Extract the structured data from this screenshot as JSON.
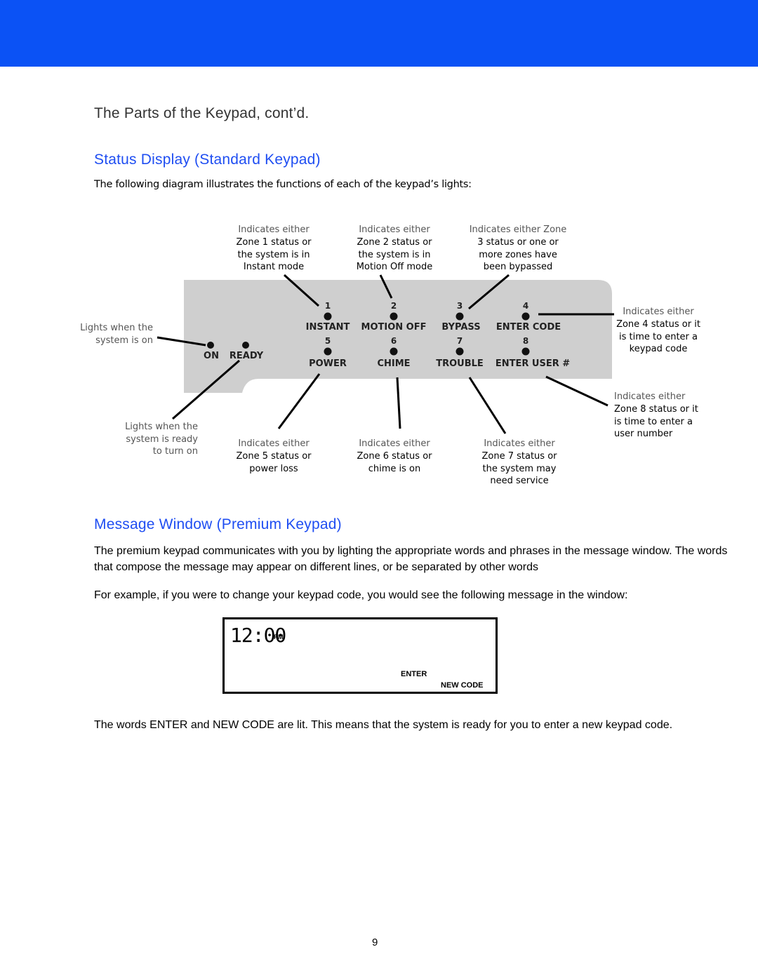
{
  "colors": {
    "top_bar": "#0b52f5",
    "heading_blue": "#1f4ef2",
    "heading_gray": "#333333",
    "keypad_fill": "#cfcfcf"
  },
  "page": {
    "section_title": "The Parts of the Keypad, cont’d.",
    "status_heading": "Status Display (Standard Keypad)",
    "status_intro": "The following diagram illustrates the functions of each of the keypad’s lights:",
    "message_heading": "Message Window (Premium Keypad)",
    "message_para1": "The premium keypad communicates with you by lighting the appropriate words and phrases in the message window. The words that compose the message may appear on different lines, or be separated by other words",
    "message_para2": "For example, if you were to change your keypad code, you would see the following message in the window:",
    "result_para": "The words ENTER and NEW CODE are lit. This means that the system is ready for you to enter a new keypad code.",
    "page_number": "9"
  },
  "keypad": {
    "numbers": [
      "1",
      "2",
      "3",
      "4",
      "5",
      "6",
      "7",
      "8"
    ],
    "buttons_top": [
      "INSTANT",
      "MOTION OFF",
      "BYPASS",
      "ENTER CODE"
    ],
    "buttons_bottom": [
      "POWER",
      "CHIME",
      "TROUBLE",
      "ENTER USER #"
    ],
    "status_on": "ON",
    "status_ready": "READY"
  },
  "callouts": {
    "zone1": [
      "Indicates either",
      "Zone 1 status or",
      "the system is in",
      "Instant mode"
    ],
    "zone2": [
      "Indicates either",
      "Zone 2 status or",
      "the system is in",
      "Motion Off mode"
    ],
    "zone3": [
      "Indicates either Zone",
      "3 status or one or",
      "more zones have",
      "been bypassed"
    ],
    "zone4": [
      "Indicates either",
      "Zone 4 status or it",
      "is time to enter a",
      "keypad code"
    ],
    "on": [
      "Lights when the",
      "system is on"
    ],
    "ready": [
      "Lights when the",
      "system is ready",
      "to turn on"
    ],
    "zone5": [
      "Indicates either",
      "Zone 5 status or",
      "power loss"
    ],
    "zone6": [
      "Indicates either",
      "Zone 6 status or",
      "chime is on"
    ],
    "zone7": [
      "Indicates either",
      "Zone 7 status or",
      "the system may",
      "need service"
    ],
    "zone8": [
      "Indicates either",
      "Zone 8 status or it",
      "is time to enter a",
      "user number"
    ]
  },
  "message_window": {
    "clock": "12:00",
    "ampm": "PM",
    "word_enter": "ENTER",
    "word_new_code": "NEW CODE"
  }
}
